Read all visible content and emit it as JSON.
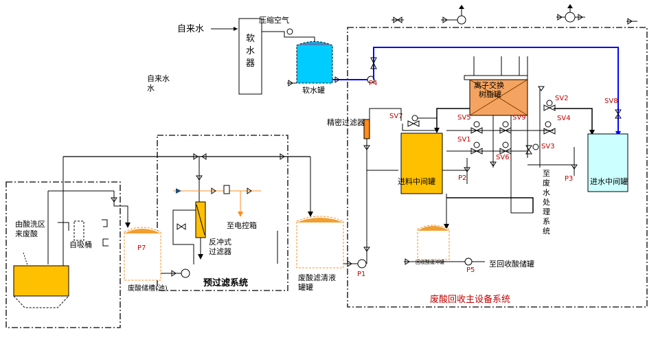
{
  "labels": {
    "tap_water_top": "自来水",
    "compressed_air": "压缩空气",
    "softener": [
      "软",
      "水",
      "器"
    ],
    "soft_water_tank": "软水罐",
    "tap_water_left_1": "自来水",
    "tap_water_left_2": "水",
    "ion_exchange_1": "离子交换",
    "ion_exchange_2": "树脂罐",
    "precision_filter": "精密过滤器",
    "feed_tank": "进料中间罐",
    "inlet_tank": "进水中间罐",
    "to_wastewater": [
      "至",
      "废",
      "水",
      "处",
      "理",
      "系",
      "统"
    ],
    "acid_source_1": "由酸洗区",
    "acid_source_2": "来废酸",
    "self_priming": "自吸桶",
    "waste_acid_tank": "废酸储槽(池)",
    "backwash_filter_1": "反冲式",
    "backwash_filter_2": "过滤器",
    "to_control_box": "至电控箱",
    "prefilter_system": "预过滤系统",
    "clear_tank_1": "废酸滤清液",
    "clear_tank_2": "罐罐",
    "recovered_buffer": "回收酸缓冲罐",
    "to_recovered_tank": "至回收酸储罐",
    "main_system": "废酸回收主设备系统"
  },
  "tags": {
    "sv1": "SV1",
    "sv2": "SV2",
    "sv3": "SV3",
    "sv4": "SV4",
    "sv5": "SV5",
    "sv6": "SV6",
    "sv7": "SV7",
    "sv8": "SV8",
    "sv9": "SV9",
    "p4": "P4",
    "p1": "P1",
    "p2": "P2",
    "p3": "P3",
    "p5": "P5",
    "p7": "P7"
  },
  "colors": {
    "water_line": "#0000ff",
    "tank_yellow": "#ffc000",
    "tank_cyan": "#ccffff",
    "soft_tank": "#00ccff",
    "resin": "#f4a460",
    "red_label": "#c00000",
    "control_line": "#ff8c1a"
  }
}
